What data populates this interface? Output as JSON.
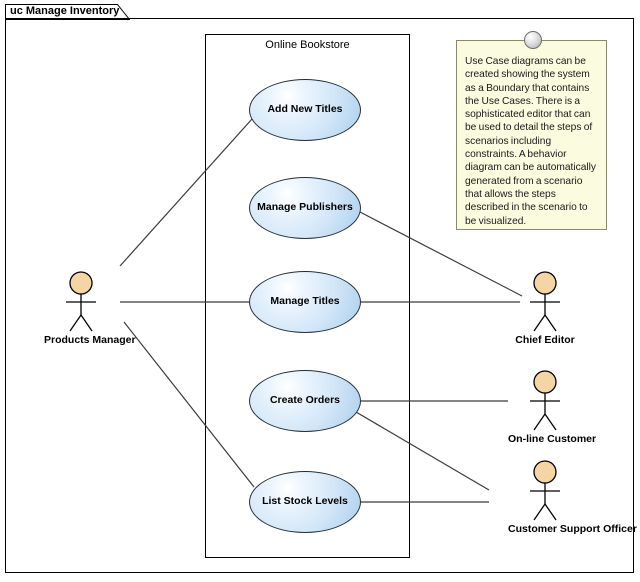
{
  "diagram": {
    "title_tab": "uc Manage Inventory",
    "boundary_label": "Online Bookstore",
    "frame_color": "#000000"
  },
  "use_cases": [
    {
      "id": "add-new-titles",
      "label": "Add New Titles"
    },
    {
      "id": "manage-publishers",
      "label": "Manage Publishers"
    },
    {
      "id": "manage-titles",
      "label": "Manage Titles"
    },
    {
      "id": "create-orders",
      "label": "Create Orders"
    },
    {
      "id": "list-stock-levels",
      "label": "List Stock Levels"
    }
  ],
  "actors": [
    {
      "id": "products-manager",
      "label": "Products Manager"
    },
    {
      "id": "chief-editor",
      "label": "Chief Editor"
    },
    {
      "id": "online-customer",
      "label": "On-line Customer"
    },
    {
      "id": "customer-support-officer",
      "label": "Customer Support Officer"
    }
  ],
  "note": {
    "text": "Use Case diagrams can be created showing the system as a Boundary that contains the Use Cases. There is a sophisticated editor that can be used to detail the steps of scenarios including constraints. A behavior diagram can be automatically generated from a scenario that allows the steps described in the scenario to be visualized.",
    "background": "#fbfbe0",
    "pin": "note-pin-sphere"
  },
  "colors": {
    "usecase_fill_light": "#ffffff",
    "usecase_fill_dark": "#a9cdec",
    "actor_head_fill": "#f5d5a4",
    "line": "#3b3b3b"
  }
}
